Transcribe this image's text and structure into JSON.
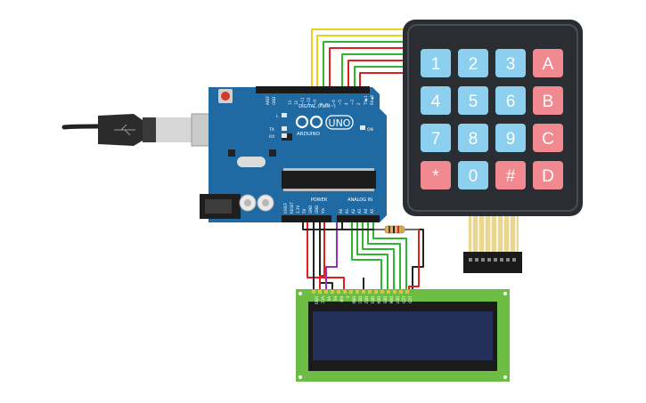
{
  "board": {
    "brand": "ARDUINO",
    "model": "UNO",
    "digital_label": "DIGITAL (PWM~)",
    "power_label": "POWER",
    "analog_label": "ANALOG IN",
    "on_label": "ON",
    "l_label": "L",
    "tx_label": "TX",
    "rx_label": "RX",
    "aref_label": "AREF",
    "gnd_label": "GND",
    "tx1_label": "TX▶1",
    "rx0_label": "RX◀0",
    "digital_pins": [
      "13",
      "12",
      "~11",
      "~10",
      "~9",
      "8",
      "7",
      "~6",
      "~5",
      "4",
      "~3",
      "2"
    ],
    "power_pins": [
      "IOREF",
      "RESET",
      "3.3V",
      "5V",
      "GND",
      "GND",
      "Vin"
    ],
    "analog_pins": [
      "A0",
      "A1",
      "A2",
      "A3",
      "A4",
      "A5"
    ]
  },
  "keypad": {
    "rows": [
      [
        "1",
        "2",
        "3",
        "A"
      ],
      [
        "4",
        "5",
        "6",
        "B"
      ],
      [
        "7",
        "8",
        "9",
        "C"
      ],
      [
        "*",
        "0",
        "#",
        "D"
      ]
    ],
    "colors": {
      "number_key": "#8ccfef",
      "letter_key": "#f08a90",
      "body": "#2a2e33"
    }
  },
  "lcd": {
    "pins": [
      "GND",
      "VCC",
      "V0",
      "RS",
      "RW",
      "E",
      "DB0",
      "DB1",
      "DB2",
      "DB3",
      "DB4",
      "DB5",
      "DB6",
      "DB7",
      "LED",
      "LED"
    ],
    "colors": {
      "board": "#6dbd45",
      "screen": "#243058"
    }
  },
  "colors": {
    "arduino_board": "#1f6aa3",
    "wire_red": "#e01f1f",
    "wire_green": "#2fb52f",
    "wire_yellow": "#e8d21a",
    "wire_black": "#222222",
    "wire_purple": "#9b2fb5"
  }
}
